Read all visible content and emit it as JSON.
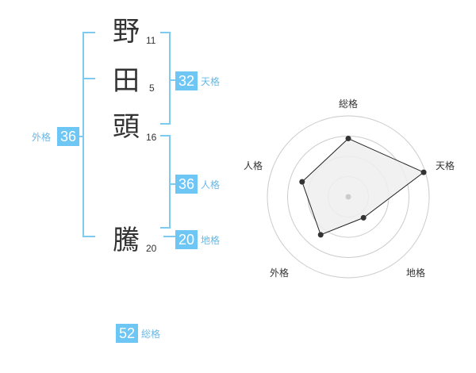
{
  "colors": {
    "accent": "#6ec6f5",
    "bracket": "#7ecbf2",
    "label": "#69b8e6",
    "grid": "#cccccc",
    "fill": "#eeeeee",
    "text": "#333333"
  },
  "name": {
    "chars": [
      {
        "char": "野",
        "strokes": "11"
      },
      {
        "char": "田",
        "strokes": "5"
      },
      {
        "char": "頭",
        "strokes": "16"
      },
      {
        "char": "騰",
        "strokes": "20"
      }
    ]
  },
  "scores": {
    "tenkaku": {
      "value": "32",
      "label": "天格"
    },
    "jinkaku": {
      "value": "36",
      "label": "人格"
    },
    "chikaku": {
      "value": "20",
      "label": "地格"
    },
    "gaikaku": {
      "value": "36",
      "label": "外格"
    },
    "soukaku": {
      "value": "52",
      "label": "総格"
    }
  },
  "chart_data": {
    "type": "radar",
    "axes": [
      "総格",
      "天格",
      "地格",
      "外格",
      "人格"
    ],
    "values": [
      0.72,
      0.98,
      0.32,
      0.58,
      0.6
    ],
    "range": [
      0,
      1
    ],
    "rings": 4
  }
}
